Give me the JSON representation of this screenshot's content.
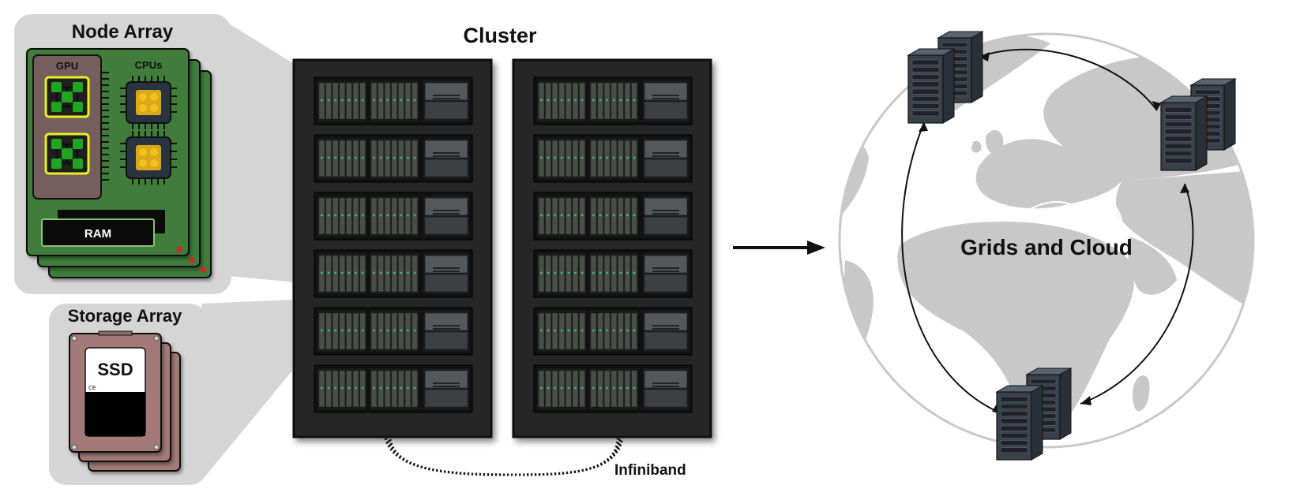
{
  "labels": {
    "node_array": "Node Array",
    "gpu": "GPU",
    "cpus": "CPUs",
    "ram": "RAM",
    "storage_array": "Storage Array",
    "ssd": "SSD",
    "ce_mark": "CE",
    "cluster": "Cluster",
    "infiniband": "Infiniband",
    "grids_and_cloud": "Grids and Cloud"
  },
  "cluster": {
    "racks": 2,
    "rows_per_rack": 6
  },
  "colors": {
    "panel_gray": "#d5d5d5",
    "board_green": "#3f7d3a",
    "chip_green": "#1fa51f",
    "chip_outline": "#e8f020",
    "cpu_gold": "#f2c21c",
    "rack_dark": "#262626",
    "server_slot": "#3a3d3a",
    "ssd_brown": "#a27a78",
    "globe_land": "#c8c8c8",
    "server_led": "#33c060"
  },
  "icons": [
    "gpu-chip-icon",
    "cpu-chip-icon",
    "ram-stick-icon",
    "ssd-icon",
    "server-tower-icon",
    "globe-icon",
    "arrow-right-icon"
  ]
}
